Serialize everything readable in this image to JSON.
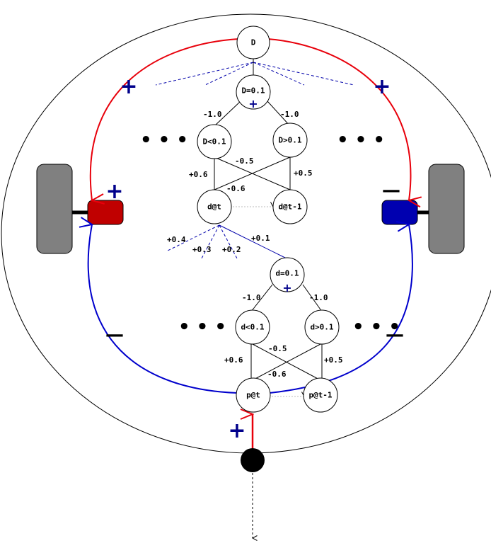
{
  "colors": {
    "excitatory": "#e8000b",
    "inhibitory": "#0000cc",
    "blue_mark": "#00008b",
    "left_motor": "#c00000",
    "right_motor": "#0000b0",
    "wheel": "#808080"
  },
  "nodes": {
    "D": "D",
    "D_eq": "D=0.1",
    "D_lt": "D<0.1",
    "D_gt": "D>0.1",
    "d_at_t": "d@t",
    "d_at_t1": "d@t-1",
    "d_eq": "d=0.1",
    "d_lt": "d<0.1",
    "d_gt": "d>0.1",
    "p_at_t": "p@t",
    "p_at_t1": "p@t-1"
  },
  "weights": {
    "top_left": "-1.0",
    "top_right": "-1.0",
    "top_cross": "-0.5",
    "top_cross2": "-0.6",
    "top_left_down": "+0.6",
    "top_right_down": "+0.5",
    "fan_a": "+0.4",
    "fan_b": "+0.3",
    "fan_c": "+0.2",
    "fan_d": "+0.1",
    "low_left": "-1.0",
    "low_right": "-1.0",
    "low_cross": "-0.5",
    "low_cross2": "-0.6",
    "low_left_down": "+0.6",
    "low_right_down": "+0.5"
  },
  "signs": {
    "plus": "+",
    "minus": "—"
  },
  "ellipsis": "• • •"
}
